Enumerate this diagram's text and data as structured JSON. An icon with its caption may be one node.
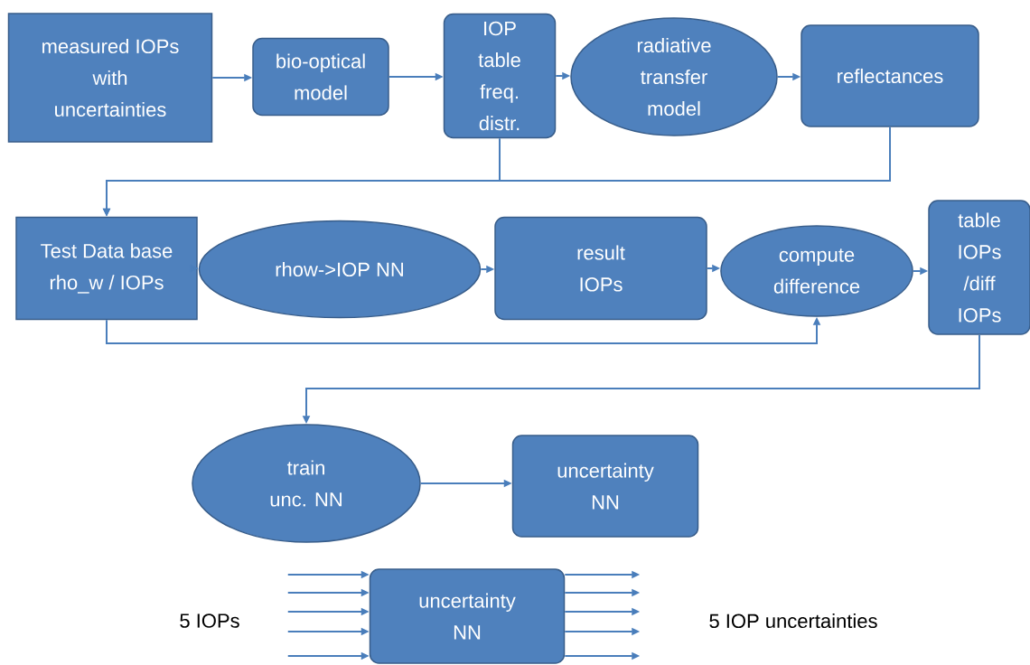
{
  "diagram": {
    "nodes": [
      {
        "text": [
          "measured IOPs with uncertainties"
        ]
      },
      {
        "text": [
          "bio-optical model"
        ]
      },
      {
        "text": [
          "IOP table freq. distr."
        ]
      },
      {
        "text": [
          "radiative transfer model"
        ]
      },
      {
        "text": [
          "reflectances"
        ]
      },
      {
        "text": [
          "Test Data base rho_w / IOPs"
        ]
      },
      {
        "text": [
          "rhow->IOP NN"
        ]
      },
      {
        "text": [
          "result IOPs"
        ]
      },
      {
        "text": [
          "compute difference"
        ]
      },
      {
        "text": [
          "table IOPs /diff IOPs"
        ]
      },
      {
        "text": [
          "train unc. NN"
        ]
      },
      {
        "text": [
          "uncertainty NN"
        ]
      },
      {
        "text": [
          "uncertainty NN"
        ]
      }
    ],
    "edges": [
      {
        "from": 0,
        "to": 1,
        "arrow": "to"
      },
      {
        "from": 1,
        "to": 2,
        "arrow": "to"
      },
      {
        "from": 2,
        "to": 3,
        "arrow": "to"
      },
      {
        "from": 3,
        "to": 4,
        "arrow": "to"
      },
      {
        "from": 2,
        "to": 5,
        "arrow": "to"
      },
      {
        "from": 4,
        "to": 5,
        "arrow": "to"
      },
      {
        "from": 5,
        "to": 6,
        "arrow": "to"
      },
      {
        "from": 6,
        "to": 7,
        "arrow": "to"
      },
      {
        "from": 7,
        "to": 8,
        "arrow": "to"
      },
      {
        "from": 8,
        "to": 9,
        "arrow": "to"
      },
      {
        "from": 5,
        "to": 8,
        "arrow": "to"
      },
      {
        "from": 9,
        "to": 10,
        "arrow": "to"
      },
      {
        "from": 10,
        "to": 11,
        "arrow": "to"
      },
      {
        "from": null,
        "to": 12,
        "arrow": "to"
      },
      {
        "from": null,
        "to": 12,
        "arrow": "to"
      },
      {
        "from": null,
        "to": 12,
        "arrow": "to"
      },
      {
        "from": null,
        "to": 12,
        "arrow": "to"
      },
      {
        "from": null,
        "to": 12,
        "arrow": "to"
      },
      {
        "from": 12,
        "to": null,
        "arrow": "to"
      },
      {
        "from": 12,
        "to": null,
        "arrow": "to"
      },
      {
        "from": 12,
        "to": null,
        "arrow": "to"
      },
      {
        "from": 12,
        "to": null,
        "arrow": "to"
      },
      {
        "from": 12,
        "to": null,
        "arrow": "to"
      }
    ],
    "labels": [
      "5 IOPs",
      "5 IOP uncertainties"
    ]
  }
}
